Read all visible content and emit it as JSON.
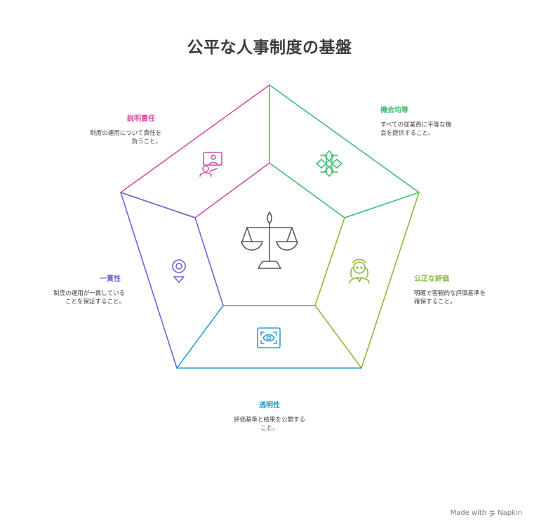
{
  "title": "公平な人事制度の基盤",
  "colors": {
    "equal_opportunity": "#3fbf74",
    "fair_evaluation": "#8bbb3a",
    "transparency": "#2b9fd1",
    "consistency": "#7a5fd8",
    "accountability": "#d44fa6",
    "center": "#5a5a5a"
  },
  "sections": {
    "accountability": {
      "label": "説明責任",
      "desc": "制度の運用について責任を負うこと。",
      "icon": "presenter-icon"
    },
    "equal_opportunity": {
      "label": "機会均等",
      "desc": "すべての従業員に平等な機会を提供すること。",
      "icon": "network-flower-icon"
    },
    "fair_evaluation": {
      "label": "公正な評価",
      "desc": "明確で客観的な評価基準を確保すること。",
      "icon": "judge-icon"
    },
    "transparency": {
      "label": "透明性",
      "desc": "評価基準と結果を公開すること。",
      "icon": "eye-scan-icon"
    },
    "consistency": {
      "label": "一貫性",
      "desc": "制度の運用が一貫していることを保証すること。",
      "icon": "location-pin-icon"
    }
  },
  "center_icon": "balance-scale-icon",
  "footer": {
    "text": "Made with",
    "brand": "Napkin"
  }
}
